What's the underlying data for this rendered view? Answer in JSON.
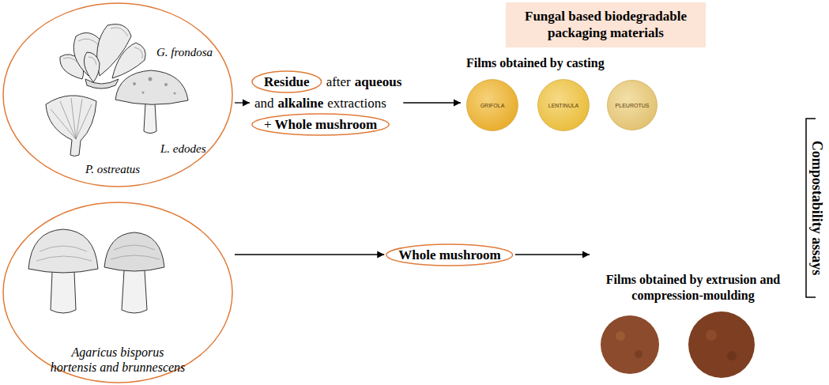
{
  "diagram": {
    "nodes": [
      {
        "text": [
          "G. frondosa",
          "L. edodes",
          "P. ostreatus"
        ]
      },
      {
        "text": [
          "after",
          "aqueous",
          "and",
          "alkaline",
          "extractions"
        ]
      },
      {
        "text": [
          "Residue"
        ],
        "in": 1
      },
      {
        "text": [
          "+",
          "Whole mushroom"
        ],
        "in": 1
      },
      {
        "text": [
          "Fungal based biodegradable packaging materials"
        ]
      },
      {
        "text": [
          "Films obtained by casting"
        ]
      },
      {
        "text": [
          "GRIFOLA"
        ],
        "in": 5
      },
      {
        "text": [
          "LENTINULA"
        ],
        "in": 5
      },
      {
        "text": [
          "PLEUROTUS"
        ],
        "in": 5
      },
      {
        "text": [
          "Agaricus bisporus hortensis and brunnescens"
        ]
      },
      {
        "text": [
          "Whole mushroom"
        ]
      },
      {
        "text": [
          "Films obtained by extrusion and compression-moulding"
        ]
      }
    ],
    "edges": [
      {
        "from": 0,
        "to": 1,
        "arrow": "to"
      },
      {
        "from": 1,
        "to": 5,
        "arrow": "to"
      },
      {
        "from": 9,
        "to": 10,
        "arrow": "to"
      },
      {
        "from": 10,
        "to": 11,
        "arrow": "to"
      }
    ],
    "labels": [
      "Compostability assays"
    ]
  }
}
